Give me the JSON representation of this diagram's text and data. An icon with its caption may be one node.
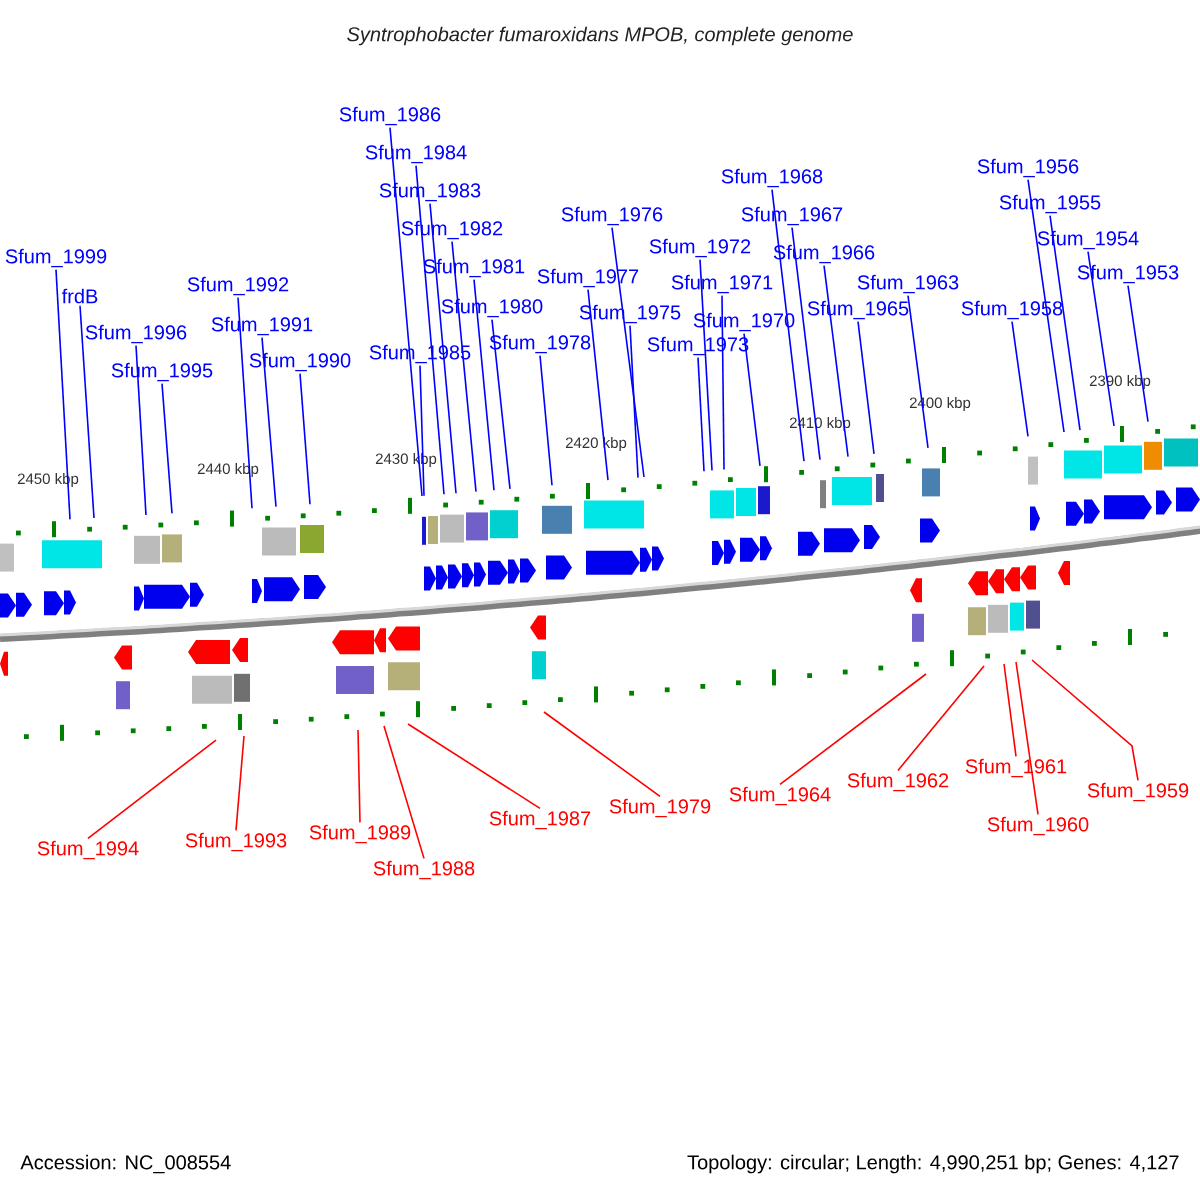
{
  "diagram": {
    "title": "Syntrophobacter fumaroxidans MPOB, complete genome",
    "nodes": [
      {
        "text": [
          "Sfum_1999"
        ]
      },
      {
        "text": [
          "frdB"
        ]
      },
      {
        "text": [
          "Sfum_1996"
        ]
      },
      {
        "text": [
          "Sfum_1995"
        ]
      },
      {
        "text": [
          "Sfum_1992"
        ]
      },
      {
        "text": [
          "Sfum_1991"
        ]
      },
      {
        "text": [
          "Sfum_1990"
        ]
      },
      {
        "text": [
          "Sfum_1986"
        ]
      },
      {
        "text": [
          "Sfum_1984"
        ]
      },
      {
        "text": [
          "Sfum_1983"
        ]
      },
      {
        "text": [
          "Sfum_1982"
        ]
      },
      {
        "text": [
          "Sfum_1981"
        ]
      },
      {
        "text": [
          "Sfum_1980"
        ]
      },
      {
        "text": [
          "Sfum_1985"
        ]
      },
      {
        "text": [
          "Sfum_1978"
        ]
      },
      {
        "text": [
          "Sfum_1976"
        ]
      },
      {
        "text": [
          "Sfum_1977"
        ]
      },
      {
        "text": [
          "Sfum_1975"
        ]
      },
      {
        "text": [
          "Sfum_1972"
        ]
      },
      {
        "text": [
          "Sfum_1971"
        ]
      },
      {
        "text": [
          "Sfum_1970"
        ]
      },
      {
        "text": [
          "Sfum_1973"
        ]
      },
      {
        "text": [
          "Sfum_1968"
        ]
      },
      {
        "text": [
          "Sfum_1967"
        ]
      },
      {
        "text": [
          "Sfum_1966"
        ]
      },
      {
        "text": [
          "Sfum_1965"
        ]
      },
      {
        "text": [
          "Sfum_1963"
        ]
      },
      {
        "text": [
          "Sfum_1958"
        ]
      },
      {
        "text": [
          "Sfum_1956"
        ]
      },
      {
        "text": [
          "Sfum_1955"
        ]
      },
      {
        "text": [
          "Sfum_1954"
        ]
      },
      {
        "text": [
          "Sfum_1953"
        ]
      },
      {
        "text": [
          "Sfum_1994"
        ]
      },
      {
        "text": [
          "Sfum_1993"
        ]
      },
      {
        "text": [
          "Sfum_1989"
        ]
      },
      {
        "text": [
          "Sfum_1988"
        ]
      },
      {
        "text": [
          "Sfum_1987"
        ]
      },
      {
        "text": [
          "Sfum_1979"
        ]
      },
      {
        "text": [
          "Sfum_1964"
        ]
      },
      {
        "text": [
          "Sfum_1962"
        ]
      },
      {
        "text": [
          "Sfum_1961"
        ]
      },
      {
        "text": [
          "Sfum_1960"
        ]
      },
      {
        "text": [
          "Sfum_1959"
        ]
      }
    ],
    "edges": [
      {
        "from": 0,
        "to": null,
        "arrow": "none"
      },
      {
        "from": 1,
        "to": null,
        "arrow": "none"
      },
      {
        "from": 2,
        "to": null,
        "arrow": "none"
      },
      {
        "from": 3,
        "to": null,
        "arrow": "none"
      },
      {
        "from": 4,
        "to": null,
        "arrow": "none"
      },
      {
        "from": 5,
        "to": null,
        "arrow": "none"
      },
      {
        "from": 6,
        "to": null,
        "arrow": "none"
      },
      {
        "from": 7,
        "to": null,
        "arrow": "none"
      },
      {
        "from": 8,
        "to": null,
        "arrow": "none"
      },
      {
        "from": 9,
        "to": null,
        "arrow": "none"
      },
      {
        "from": 10,
        "to": null,
        "arrow": "none"
      },
      {
        "from": 11,
        "to": null,
        "arrow": "none"
      },
      {
        "from": 12,
        "to": null,
        "arrow": "none"
      },
      {
        "from": 13,
        "to": null,
        "arrow": "none"
      },
      {
        "from": 14,
        "to": null,
        "arrow": "none"
      },
      {
        "from": 15,
        "to": null,
        "arrow": "none"
      },
      {
        "from": 16,
        "to": null,
        "arrow": "none"
      },
      {
        "from": 17,
        "to": null,
        "arrow": "none"
      },
      {
        "from": 18,
        "to": null,
        "arrow": "none"
      },
      {
        "from": 19,
        "to": null,
        "arrow": "none"
      },
      {
        "from": 20,
        "to": null,
        "arrow": "none"
      },
      {
        "from": 21,
        "to": null,
        "arrow": "none"
      },
      {
        "from": 22,
        "to": null,
        "arrow": "none"
      },
      {
        "from": 23,
        "to": null,
        "arrow": "none"
      },
      {
        "from": 24,
        "to": null,
        "arrow": "none"
      },
      {
        "from": 25,
        "to": null,
        "arrow": "none"
      },
      {
        "from": 26,
        "to": null,
        "arrow": "none"
      },
      {
        "from": 27,
        "to": null,
        "arrow": "none"
      },
      {
        "from": 28,
        "to": null,
        "arrow": "none"
      },
      {
        "from": 29,
        "to": null,
        "arrow": "none"
      },
      {
        "from": 30,
        "to": null,
        "arrow": "none"
      },
      {
        "from": 31,
        "to": null,
        "arrow": "none"
      },
      {
        "from": 32,
        "to": null,
        "arrow": "none",
        "color": "#ff0000"
      },
      {
        "from": 33,
        "to": null,
        "arrow": "none",
        "color": "#ff0000"
      },
      {
        "from": 34,
        "to": null,
        "arrow": "none",
        "color": "#ff0000"
      },
      {
        "from": 35,
        "to": null,
        "arrow": "none",
        "color": "#ff0000"
      },
      {
        "from": 36,
        "to": null,
        "arrow": "none",
        "color": "#ff0000"
      },
      {
        "from": 37,
        "to": null,
        "arrow": "none",
        "color": "#ff0000"
      },
      {
        "from": 38,
        "to": null,
        "arrow": "none",
        "color": "#ff0000"
      },
      {
        "from": 39,
        "to": null,
        "arrow": "none",
        "color": "#ff0000"
      },
      {
        "from": 40,
        "to": null,
        "arrow": "none",
        "color": "#ff0000"
      },
      {
        "from": 41,
        "to": null,
        "arrow": "none",
        "color": "#ff0000"
      },
      {
        "from": 42,
        "to": null,
        "arrow": "none",
        "color": "#ff0000"
      }
    ],
    "labels": [
      "2450 kbp",
      "2440 kbp",
      "2430 kbp",
      "2420 kbp",
      "2410 kbp",
      "2400 kbp",
      "2390 kbp",
      "Accession: NC_008554",
      "Topology: circular; Length: 4,990,251 bp; Genes: 4,127"
    ]
  }
}
